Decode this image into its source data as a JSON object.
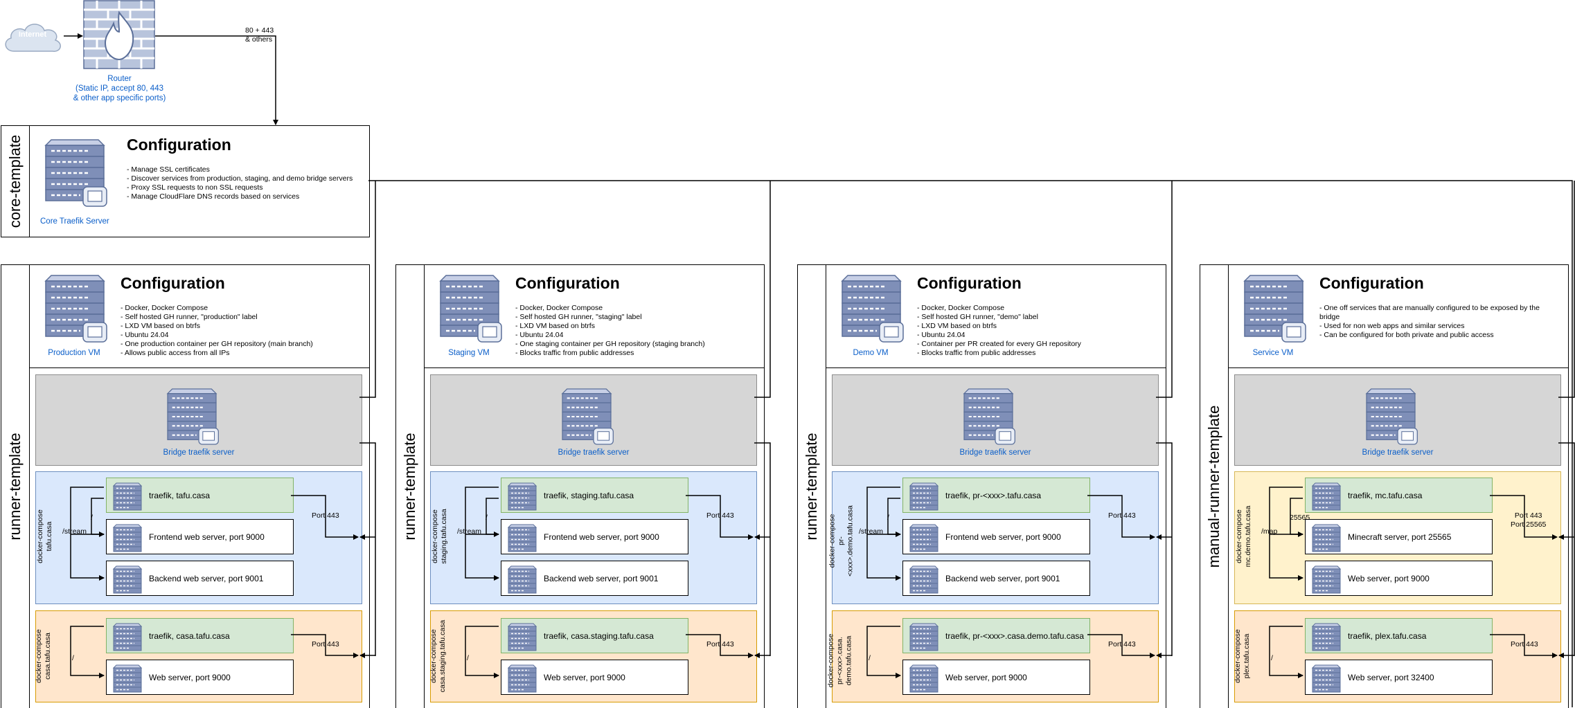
{
  "internet": {
    "label": "Internet"
  },
  "router": {
    "label": "Router\n(Static IP, accept 80, 443\n& other app specific ports)"
  },
  "router_ports": "80 + 443\n& others",
  "core": {
    "swimlane": "core-template",
    "title": "Configuration",
    "items": "- Manage SSL certificates\n- Discover services from production, staging, and demo bridge servers\n- Proxy SSL requests to non SSL requests\n- Manage CloudFlare DNS records based on services",
    "server_label": "Core Traefik Server"
  },
  "bridge_label": "Bridge traefik server",
  "lanes": [
    {
      "swimlane": "runner-template",
      "title": "Configuration",
      "items": "- Docker, Docker Compose\n- Self hosted GH runner, \"production\" label\n- LXD VM based on btrfs\n- Ubuntu 24.04\n- One production container per GH repository (main branch)\n- Allows public access from all IPs",
      "vm_label": "Production VM",
      "group1": {
        "label": "docker-compose\ntafu.casa",
        "route_top": "/",
        "route_mid": "/stream",
        "port": "Port 443",
        "services": [
          "traefik, tafu.casa",
          "Frontend web server, port 9000",
          "Backend web server, port 9001"
        ]
      },
      "group2": {
        "label": "docker-compose\ncasa.tafu.casa",
        "route": "/",
        "port": "Port 443",
        "services": [
          "traefik, casa.tafu.casa",
          "Web server, port 9000"
        ]
      }
    },
    {
      "swimlane": "runner-template",
      "title": "Configuration",
      "items": "- Docker, Docker Compose\n- Self hosted GH runner, \"staging\" label\n- LXD VM based on btrfs\n- Ubuntu 24.04\n- One staging container per GH repository (staging branch)\n- Blocks traffic from public addresses",
      "vm_label": "Staging VM",
      "group1": {
        "label": "docker-compose\nstaging.tafu.casa",
        "route_top": "/",
        "route_mid": "/stream",
        "port": "Port 443",
        "services": [
          "traefik, staging.tafu.casa",
          "Frontend web server, port 9000",
          "Backend web server, port 9001"
        ]
      },
      "group2": {
        "label": "docker-compose\ncasa.staging.tafu.casa",
        "route": "/",
        "port": "Port 443",
        "services": [
          "traefik, casa.staging.tafu.casa",
          "Web server, port 9000"
        ]
      }
    },
    {
      "swimlane": "runner-template",
      "title": "Configuration",
      "items": "- Docker, Docker Compose\n- Self hosted GH runner, \"demo\" label\n- LXD VM based on btrfs\n- Ubuntu 24.04\n- Container per PR created for every GH repository\n- Blocks traffic from public addresses",
      "vm_label": "Demo VM",
      "group1": {
        "label": "docker-compose\npr-<xxx>.demo.tafu.casa",
        "route_top": "/",
        "route_mid": "/stream",
        "port": "Port 443",
        "services": [
          "traefik, pr-<xxx>.tafu.casa",
          "Frontend web server, port 9000",
          "Backend web server, port 9001"
        ]
      },
      "group2": {
        "label": "docker-compose\npr-<xxx>.casa.\ndemo.tafu.casa",
        "route": "/",
        "port": "Port 443",
        "services": [
          "traefik, pr-<xxx>.casa.demo.tafu.casa",
          "Web server, port 9000"
        ]
      }
    },
    {
      "swimlane": "manual-runner-template",
      "title": "Configuration",
      "items": "- One off services that are manually configured to be exposed by the\n  bridge\n- Used for non web apps and similar services\n- Can be configured for both private and public access",
      "vm_label": "Service VM",
      "group1": {
        "label": "docker-compose\nmc.demo.tafu.casa",
        "route_top": "25565",
        "route_mid": "/map",
        "port": "Port 443\nPort 25565",
        "services": [
          "traefik, mc.tafu.casa",
          "Minecraft server, port 25565",
          "Web server, port 9000"
        ]
      },
      "group2": {
        "label": "docker-compose\nplex.tafu.casa",
        "route": "/",
        "port": "Port 443",
        "services": [
          "traefik, plex.tafu.casa",
          "Web server, port 32400"
        ]
      }
    }
  ]
}
